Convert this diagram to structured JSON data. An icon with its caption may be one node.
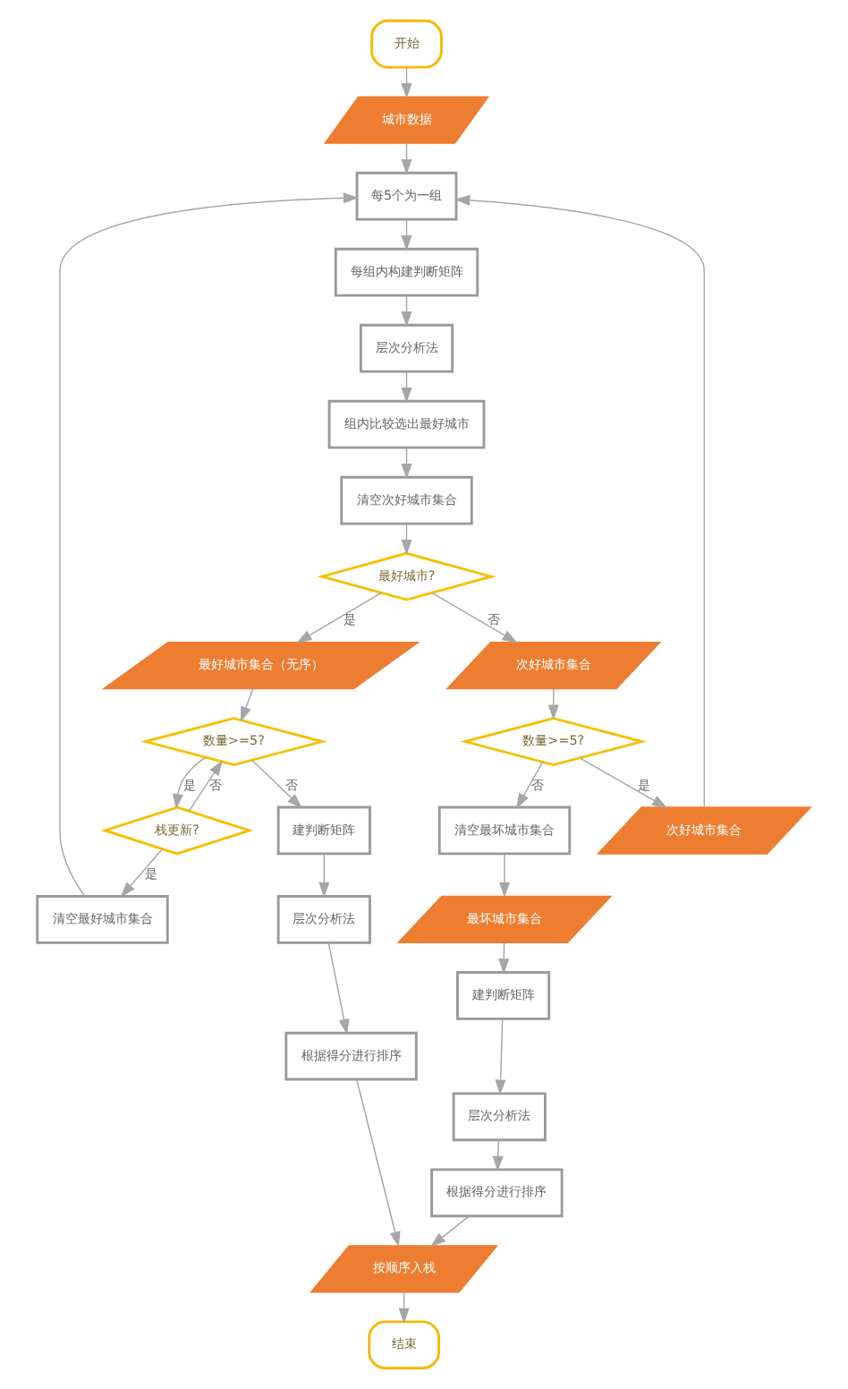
{
  "diagram": {
    "nodes": [
      {
        "text": [
          "开始"
        ]
      },
      {
        "text": [
          "城市数据"
        ]
      },
      {
        "text": [
          "每5个为一组"
        ]
      },
      {
        "text": [
          "次好城市集合"
        ]
      },
      {
        "text": [
          "清空最好城市集合"
        ]
      },
      {
        "text": [
          "每组内构建判断矩阵"
        ]
      },
      {
        "text": [
          "栈更新?"
        ]
      },
      {
        "text": [
          "层次分析法"
        ]
      },
      {
        "text": [
          "建判断矩阵"
        ]
      },
      {
        "text": [
          "数量>=5?"
        ]
      },
      {
        "text": [
          "组内比较选出最好城市"
        ]
      },
      {
        "text": [
          "层次分析法"
        ]
      },
      {
        "text": [
          "清空次好城市集合"
        ]
      },
      {
        "text": [
          "根据得分进行排序"
        ]
      },
      {
        "text": [
          "最好城市集合（无序）"
        ]
      },
      {
        "text": [
          "最好城市?"
        ]
      },
      {
        "text": [
          "次好城市集合"
        ]
      },
      {
        "text": [
          "数量>=5?"
        ]
      },
      {
        "text": [
          "建判断矩阵"
        ]
      },
      {
        "text": [
          "最坏城市集合"
        ]
      },
      {
        "text": [
          "清空最坏城市集合"
        ]
      },
      {
        "text": [
          "层次分析法"
        ]
      },
      {
        "text": [
          "根据得分进行排序"
        ]
      },
      {
        "text": [
          "按顺序入栈"
        ]
      },
      {
        "text": [
          "结束"
        ]
      }
    ],
    "edges": [
      {
        "from": 0,
        "to": 1,
        "arrow": "to"
      },
      {
        "from": 1,
        "to": 2,
        "arrow": "to"
      },
      {
        "from": 3,
        "to": 2,
        "arrow": "to"
      },
      {
        "from": 4,
        "to": 2,
        "arrow": "to"
      },
      {
        "from": 2,
        "to": 5,
        "arrow": "to"
      },
      {
        "from": 5,
        "to": 7,
        "arrow": "to"
      },
      {
        "from": 7,
        "to": 10,
        "arrow": "to"
      },
      {
        "from": 10,
        "to": 12,
        "arrow": "to"
      },
      {
        "from": 12,
        "to": 15,
        "arrow": "to"
      },
      {
        "from": 15,
        "to": 14,
        "arrow": "to",
        "label": "是"
      },
      {
        "from": 15,
        "to": 16,
        "arrow": "to",
        "label": "否"
      },
      {
        "from": 14,
        "to": 9,
        "arrow": "to"
      },
      {
        "from": 9,
        "to": 6,
        "arrow": "to",
        "label": "是"
      },
      {
        "from": 6,
        "to": 4,
        "arrow": "to",
        "label": "是"
      },
      {
        "from": 6,
        "to": 9,
        "arrow": "to",
        "label": "否"
      },
      {
        "from": 9,
        "to": 8,
        "arrow": "to",
        "label": "否"
      },
      {
        "from": 8,
        "to": 11,
        "arrow": "to"
      },
      {
        "from": 11,
        "to": 13,
        "arrow": "to"
      },
      {
        "from": 13,
        "to": 23,
        "arrow": "to"
      },
      {
        "from": 16,
        "to": 17,
        "arrow": "to"
      },
      {
        "from": 17,
        "to": 3,
        "arrow": "to",
        "label": "是"
      },
      {
        "from": 17,
        "to": 20,
        "arrow": "to",
        "label": "否"
      },
      {
        "from": 20,
        "to": 19,
        "arrow": "to"
      },
      {
        "from": 19,
        "to": 18,
        "arrow": "to"
      },
      {
        "from": 18,
        "to": 21,
        "arrow": "to"
      },
      {
        "from": 21,
        "to": 22,
        "arrow": "to"
      },
      {
        "from": 22,
        "to": 23,
        "arrow": "to"
      },
      {
        "from": 23,
        "to": 24,
        "arrow": "to"
      }
    ]
  }
}
